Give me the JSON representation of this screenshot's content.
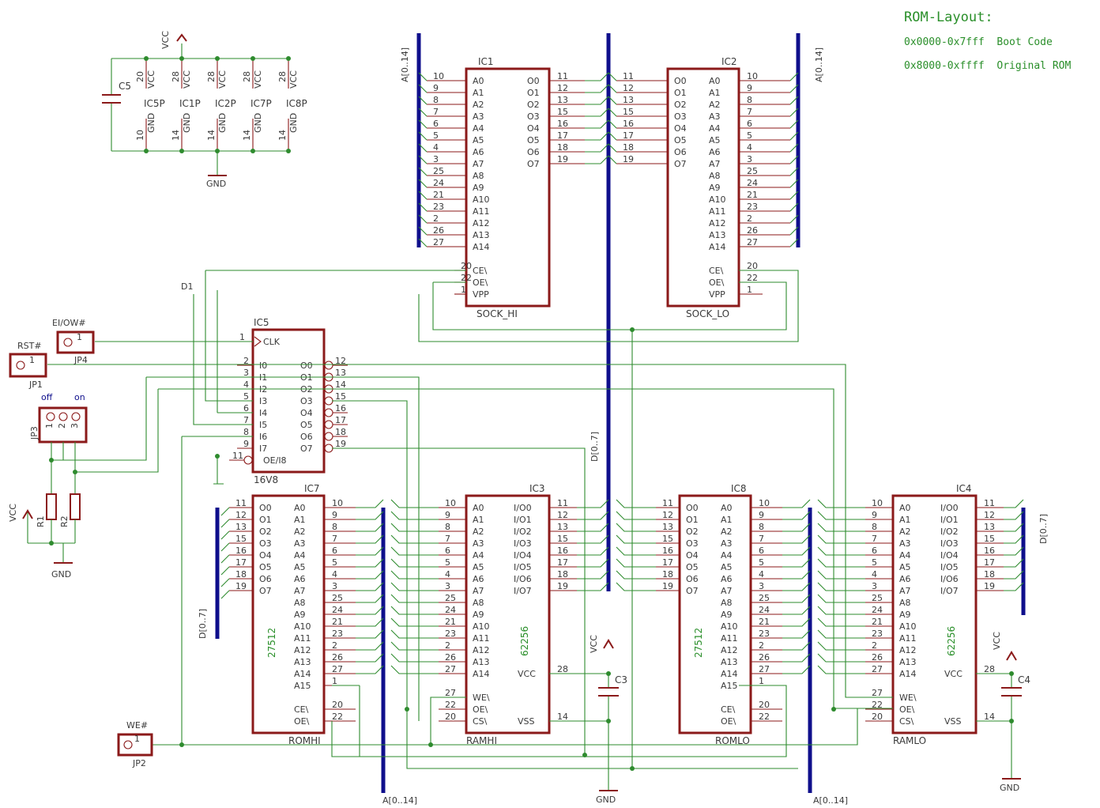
{
  "colors": {
    "part": "#8b1a1a",
    "net": "#2e8b2e",
    "bus": "#0f0f8c",
    "text": "#3a3a3a",
    "note": "#2a8f2a"
  },
  "power": {
    "vcc": "VCC",
    "gnd": "GND"
  },
  "rom_layout": {
    "title": "ROM-Layout:",
    "lines": [
      "0x0000-0x7fff  Boot Code",
      "0x8000-0xffff  Original ROM"
    ]
  },
  "power_block": {
    "cap": "C5",
    "parts": [
      "IC5P",
      "IC1P",
      "IC2P",
      "IC7P",
      "IC8P"
    ],
    "vcc_pins": [
      "20",
      "28",
      "28",
      "28",
      "28"
    ],
    "gnd_pins": [
      "10",
      "14",
      "14",
      "14",
      "14"
    ]
  },
  "pin_labels": {
    "addr": [
      "A0",
      "A1",
      "A2",
      "A3",
      "A4",
      "A5",
      "A6",
      "A7",
      "A8",
      "A9",
      "A10",
      "A11",
      "A12",
      "A13",
      "A14",
      "A15"
    ],
    "addr_pins": [
      "10",
      "9",
      "8",
      "7",
      "6",
      "5",
      "4",
      "3",
      "25",
      "24",
      "21",
      "23",
      "2",
      "26",
      "27",
      "1"
    ],
    "data": [
      "O0",
      "O1",
      "O2",
      "O3",
      "O4",
      "O5",
      "O6",
      "O7"
    ],
    "io": [
      "I/O0",
      "I/O1",
      "I/O2",
      "I/O3",
      "I/O4",
      "I/O5",
      "I/O6",
      "I/O7"
    ],
    "data_pins": [
      "11",
      "12",
      "13",
      "15",
      "16",
      "17",
      "18",
      "19"
    ],
    "gal_in": [
      "I0",
      "I1",
      "I2",
      "I3",
      "I4",
      "I5",
      "I6",
      "I7"
    ],
    "gal_in_pins": [
      "2",
      "3",
      "4",
      "5",
      "6",
      "7",
      "8",
      "9"
    ],
    "gal_out_pins": [
      "12",
      "13",
      "14",
      "15",
      "16",
      "17",
      "18",
      "19"
    ]
  },
  "chips": {
    "ic1": {
      "ref": "IC1",
      "value": "SOCK_HI"
    },
    "ic2": {
      "ref": "IC2",
      "value": "SOCK_LO"
    },
    "ic5": {
      "ref": "IC5",
      "value": "16V8"
    },
    "ic7": {
      "ref": "IC7",
      "value": "ROMHI",
      "part": "27512"
    },
    "ic3": {
      "ref": "IC3",
      "value": "RAMHI",
      "part": "62256"
    },
    "ic8": {
      "ref": "IC8",
      "value": "ROMLO",
      "part": "27512"
    },
    "ic4": {
      "ref": "IC4",
      "value": "RAMLO",
      "part": "62256"
    }
  },
  "control_pins": {
    "ce": "CE\\",
    "oe": "OE\\",
    "vpp": "VPP",
    "we": "WE\\",
    "cs": "CS\\",
    "vcc": "VCC",
    "vss": "VSS",
    "clk": "CLK",
    "oe_i8": "OE/I8",
    "ce_pin": "20",
    "oe_pin": "22",
    "vpp_pin": "1",
    "we_pin": "27",
    "vcc_pin": "28",
    "vss_pin": "14",
    "clk_pin": "1",
    "oe_i8_pin": "11"
  },
  "buses": {
    "addr": "A[0..14]",
    "data": "D[0..7]"
  },
  "nets": {
    "d1": "D1"
  },
  "jumpers": {
    "jp4": {
      "ref": "JP4",
      "label": "EI/OW#"
    },
    "jp1": {
      "ref": "JP1",
      "label": "RST#"
    },
    "jp3": {
      "ref": "JP3",
      "off": "off",
      "on": "on"
    },
    "jp2": {
      "ref": "JP2",
      "label": "WE#"
    },
    "pin1": "1",
    "pin2": "2",
    "pin3": "3"
  },
  "resistors": [
    "R1",
    "R2"
  ],
  "caps": {
    "c3": "C3",
    "c4": "C4"
  }
}
